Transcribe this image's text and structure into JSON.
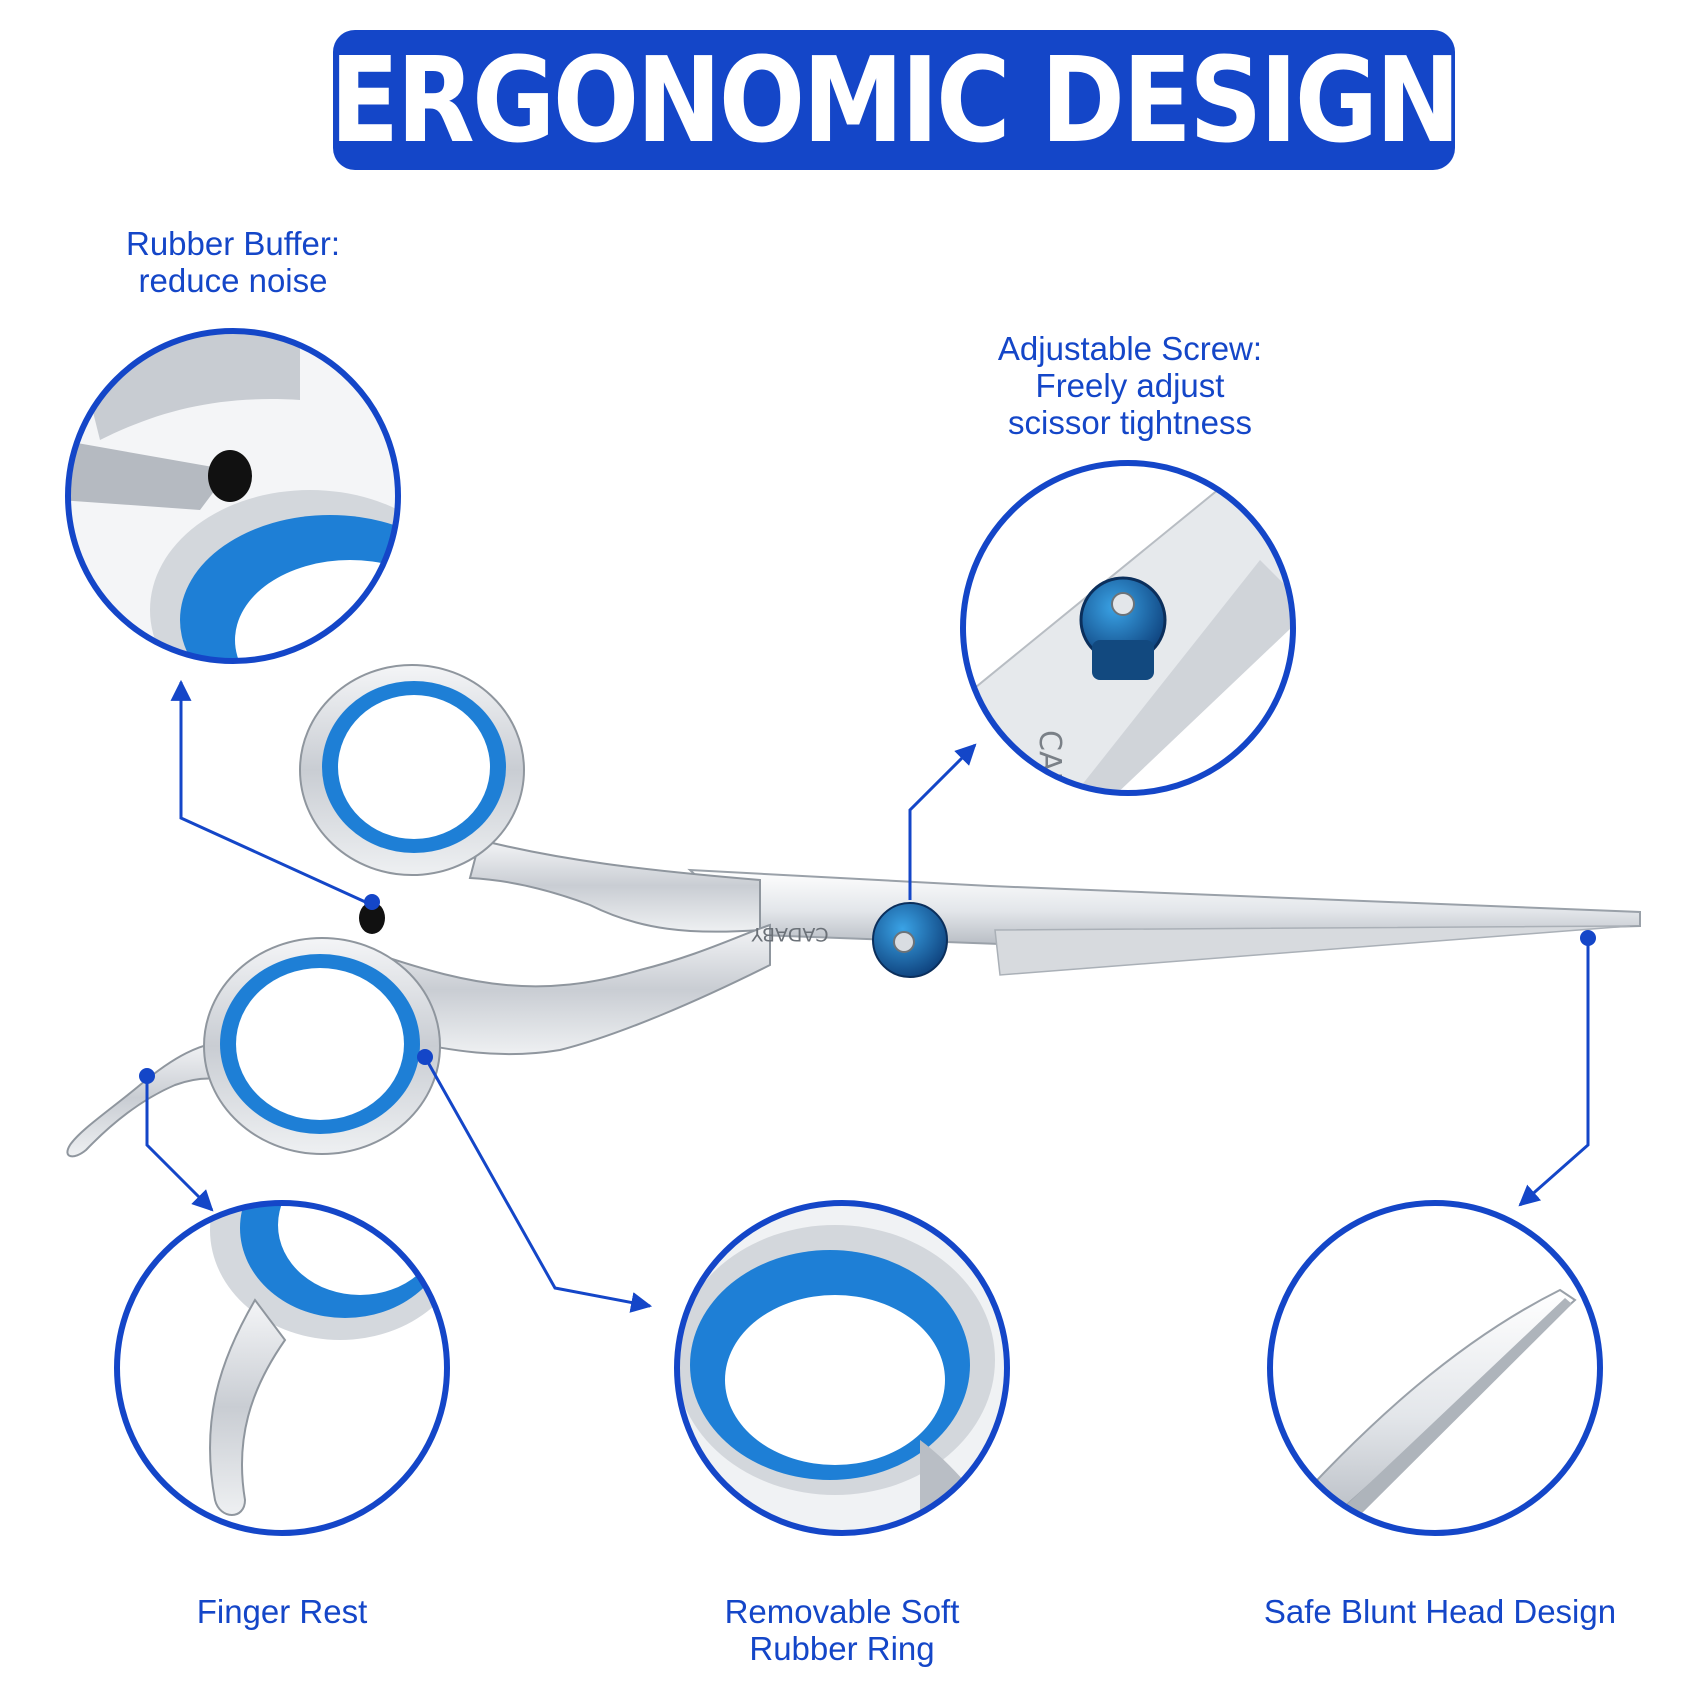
{
  "title": "ERGONOMIC DESIGN",
  "brand_text": "CADABY",
  "callouts": {
    "rubber_buffer": {
      "line1": "Rubber Buffer:",
      "line2": "reduce noise"
    },
    "adjustable_screw": {
      "line1": "Adjustable Screw:",
      "line2": "Freely adjust",
      "line3": "scissor tightness",
      "zoom_text": "CAD"
    },
    "finger_rest": {
      "line1": "Finger Rest"
    },
    "rubber_ring": {
      "line1": "Removable Soft",
      "line2": "Rubber Ring"
    },
    "blunt_head": {
      "line1": "Safe Blunt Head Design"
    }
  },
  "colors": {
    "accent_blue": "#1446c8",
    "ring_blue": "#1e7fd6",
    "steel": "#cfd3d8"
  },
  "icons": [
    "scissors-illustration",
    "arrow-icon",
    "zoom-circle"
  ]
}
